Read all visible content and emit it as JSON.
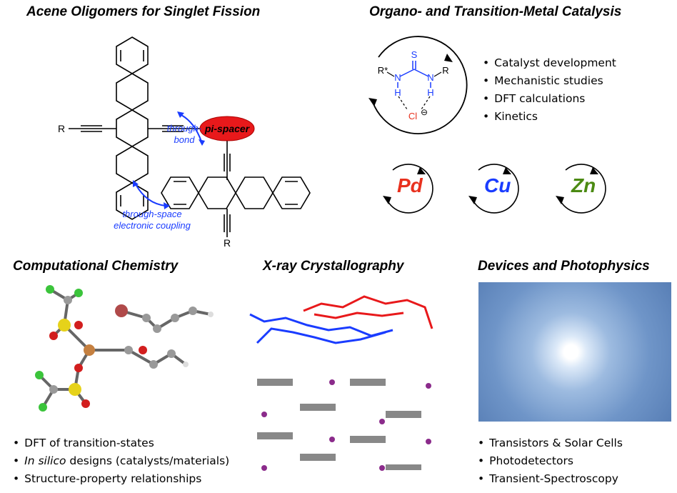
{
  "headings": {
    "acene": "Acene Oligomers for Singlet Fission",
    "catalysis": "Organo- and Transition-Metal Catalysis",
    "computational": "Computational Chemistry",
    "xray": "X-ray Crystallography",
    "devices": "Devices and Photophysics"
  },
  "acene_labels": {
    "r_left": "R",
    "r_bottom": "R",
    "spacer": "pi-spacer",
    "through_bond_1": "through-",
    "through_bond_2": "bond",
    "through_space_1": "through-space",
    "through_space_2": "electronic coupling"
  },
  "catalyst_labels": {
    "s": "S",
    "n_left": "N",
    "n_right": "N",
    "h_left": "H",
    "h_right": "H",
    "r_star": "R*",
    "r": "R",
    "cl": "Cl",
    "minus": "⊖"
  },
  "catalysis_bullets": [
    "Catalyst development",
    "Mechanistic studies",
    "DFT calculations",
    "Kinetics"
  ],
  "metals": [
    {
      "symbol": "Pd",
      "color": "#e8311e"
    },
    {
      "symbol": "Cu",
      "color": "#1a3cff"
    },
    {
      "symbol": "Zn",
      "color": "#4b8a12"
    }
  ],
  "computational_bullets": [
    {
      "em": "",
      "text": "DFT of transition-states"
    },
    {
      "em": "In silico",
      "text": " designs (catalysts/materials)"
    },
    {
      "em": "",
      "text": "Structure-property relationships"
    }
  ],
  "devices_bullets": [
    "Transistors & Solar Cells",
    "Photodetectors",
    "Transient-Spectroscopy"
  ],
  "colors": {
    "spacer_red": "#e8191b",
    "coupling_blue": "#1a3cff",
    "heteroatom_blue": "#1a3cff",
    "chloride_red": "#e8311e"
  }
}
